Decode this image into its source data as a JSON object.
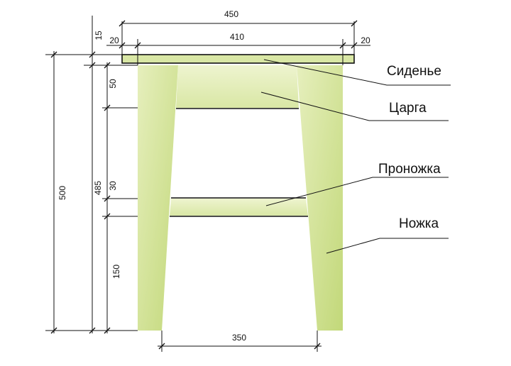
{
  "colors": {
    "wood": "#c8dc83",
    "wood_light": "#e8f0c2",
    "ink": "#111111",
    "background": "#ffffff"
  },
  "dimensions": {
    "total_width": "450",
    "inner_width": "410",
    "overhang_left": "20",
    "overhang_right": "20",
    "seat_thickness": "15",
    "total_height": "500",
    "leg_height": "485",
    "apron_height": "50",
    "stretcher_height": "30",
    "stretcher_elevation": "150",
    "bottom_width": "350"
  },
  "labels": {
    "seat": "Сиденье",
    "apron": "Царга",
    "stretcher": "Проножка",
    "leg": "Ножка"
  }
}
